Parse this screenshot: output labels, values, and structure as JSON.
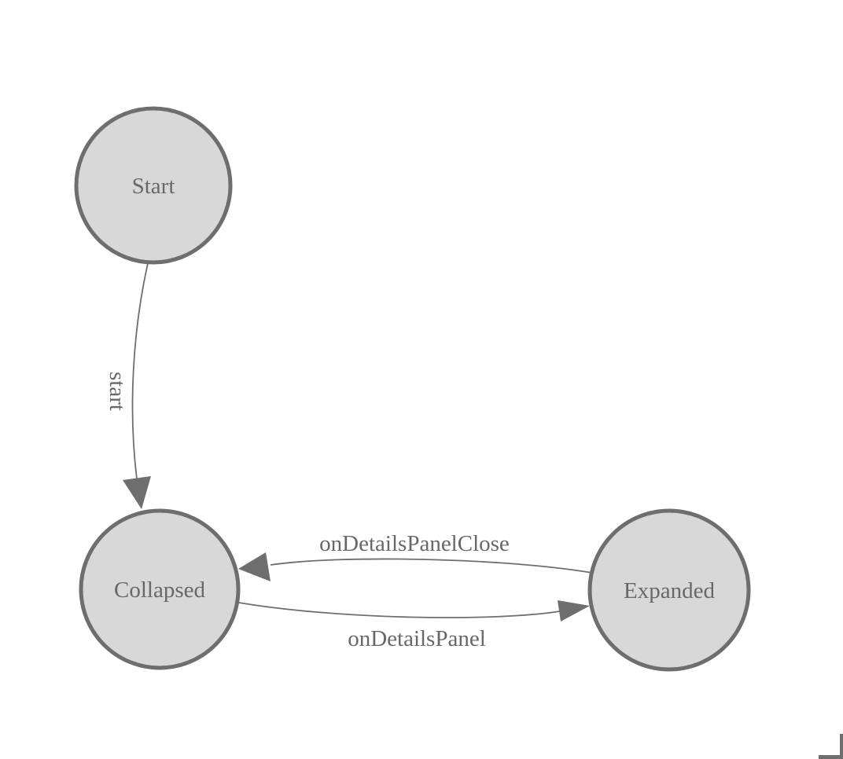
{
  "diagram": {
    "type": "state-machine",
    "background_color": "#ffffff",
    "node_fill_color": "#d8d8d8",
    "node_border_color": "#6e6e6e",
    "edge_color": "#6e6e6e",
    "label_color": "#686868",
    "nodes": [
      {
        "id": "start",
        "label": "Start"
      },
      {
        "id": "collapsed",
        "label": "Collapsed"
      },
      {
        "id": "expanded",
        "label": "Expanded"
      }
    ],
    "edges": [
      {
        "from": "Start",
        "to": "Collapsed",
        "label": "start"
      },
      {
        "from": "Expanded",
        "to": "Collapsed",
        "label": "onDetailsPanelClose"
      },
      {
        "from": "Collapsed",
        "to": "Expanded",
        "label": "onDetailsPanel"
      }
    ]
  }
}
